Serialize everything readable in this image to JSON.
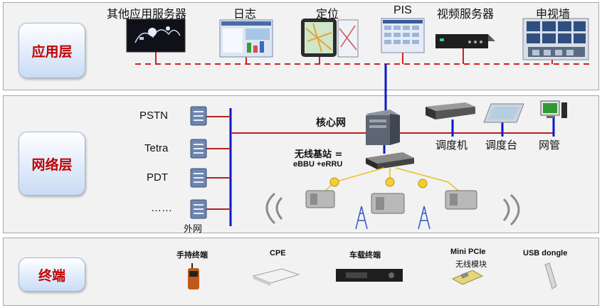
{
  "layers": {
    "app": "应用层",
    "network": "网络层",
    "terminal": "终端"
  },
  "app_nodes": [
    {
      "label": "其他应用服务器"
    },
    {
      "label": "日志"
    },
    {
      "label": "定位"
    },
    {
      "label": "PIS"
    },
    {
      "label": "视频服务器"
    },
    {
      "label": "申视墙"
    }
  ],
  "network": {
    "external": [
      "PSTN",
      "Tetra",
      "PDT",
      "……"
    ],
    "external_label": "外网",
    "core": "核心网",
    "base_station_line1": "无线基站 =",
    "base_station_line2": "eBBU +eRRU",
    "dispatch_server": "调度机",
    "dispatch_console": "调度台",
    "net_mgmt": "网管"
  },
  "terminals": [
    {
      "label": "手持终端"
    },
    {
      "label": "CPE"
    },
    {
      "label": "车载终端"
    },
    {
      "label": "Mini PCIe"
    },
    {
      "label": "无线模块"
    },
    {
      "label": "USB dongle"
    }
  ],
  "colors": {
    "bus_blue": "#0b18c8",
    "link_red": "#b22222",
    "dash_red": "#d02020",
    "layer_text": "#c00000",
    "wireless_yellow": "#e8c020"
  }
}
